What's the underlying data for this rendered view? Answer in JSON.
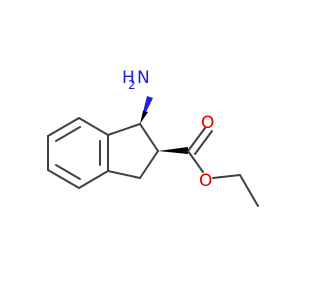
{
  "molecule": {
    "atoms": {
      "amine": {
        "symbol": "N",
        "hydrogens": "H",
        "subscript": "2",
        "color": "#2020e0"
      },
      "carbonyl_oxygen": {
        "symbol": "O",
        "color": "#e00000"
      },
      "ester_oxygen": {
        "symbol": "O",
        "color": "#e00000"
      }
    }
  }
}
